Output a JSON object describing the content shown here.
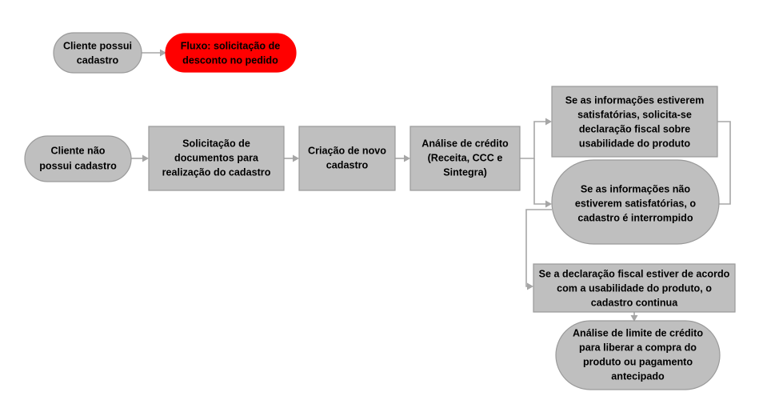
{
  "diagram": {
    "title": "Fluxograma de cadastro de cliente e analise de credito",
    "colors": {
      "node_fill_gray": "#bfbfbf",
      "node_fill_red": "#ff0000",
      "node_border": "#9a9a9a",
      "connector": "#a6a6a6",
      "text": "#000000",
      "background": "#ffffff"
    },
    "nodes": [
      {
        "id": "cliente-possui-cadastro",
        "shape": "rounded",
        "fill": "gray",
        "lines": [
          "Cliente possui",
          "cadastro"
        ]
      },
      {
        "id": "fluxo-solicitacao-desconto",
        "shape": "rounded",
        "fill": "red",
        "lines": [
          "Fluxo: solicitação de",
          "desconto no pedido"
        ]
      },
      {
        "id": "cliente-nao-possui-cadastro",
        "shape": "rounded",
        "fill": "gray",
        "lines": [
          "Cliente não",
          "possui cadastro"
        ]
      },
      {
        "id": "solicitacao-documentos",
        "shape": "rect",
        "fill": "gray",
        "lines": [
          "Solicitação de",
          "documentos para",
          "realização do cadastro"
        ]
      },
      {
        "id": "criacao-novo-cadastro",
        "shape": "rect",
        "fill": "gray",
        "lines": [
          "Criação de novo",
          "cadastro"
        ]
      },
      {
        "id": "analise-de-credito",
        "shape": "rect",
        "fill": "gray",
        "lines": [
          "Análise de crédito",
          "(Receita, CCC e",
          "Sintegra)"
        ]
      },
      {
        "id": "informacoes-satisfatorias",
        "shape": "rect",
        "fill": "gray",
        "lines": [
          "Se as informações estiverem",
          "satisfatórias, solicita-se",
          "declaração fiscal sobre",
          "usabilidade do produto"
        ]
      },
      {
        "id": "informacoes-nao-satisfatorias",
        "shape": "rounded",
        "fill": "gray",
        "lines": [
          "Se as informações não",
          "estiverem satisfatórias, o",
          "cadastro é interrompido"
        ]
      },
      {
        "id": "declaracao-de-acordo",
        "shape": "rect",
        "fill": "gray",
        "lines": [
          "Se a declaração fiscal estiver de acordo",
          "com a usabilidade do produto, o",
          "cadastro continua"
        ]
      },
      {
        "id": "analise-limite-credito",
        "shape": "rounded",
        "fill": "gray",
        "lines": [
          "Análise de limite de crédito",
          "para liberar a compra do",
          "produto ou pagamento",
          "antecipado"
        ]
      }
    ],
    "connectors": [
      {
        "id": "cliente-possui-to-fluxo",
        "from": "cliente-possui-cadastro",
        "to": "fluxo-solicitacao-desconto"
      },
      {
        "id": "cliente-nao-to-solicitacao",
        "from": "cliente-nao-possui-cadastro",
        "to": "solicitacao-documentos"
      },
      {
        "id": "solicitacao-to-criacao",
        "from": "solicitacao-documentos",
        "to": "criacao-novo-cadastro"
      },
      {
        "id": "criacao-to-analise",
        "from": "criacao-novo-cadastro",
        "to": "analise-de-credito"
      },
      {
        "id": "analise-to-satisfatorias",
        "from": "analise-de-credito",
        "to": "informacoes-satisfatorias"
      },
      {
        "id": "analise-to-nao-satisfatorias",
        "from": "analise-de-credito",
        "to": "informacoes-nao-satisfatorias"
      },
      {
        "id": "satisfatorias-to-nao-satisfatorias",
        "from": "informacoes-satisfatorias",
        "to": "informacoes-nao-satisfatorias"
      },
      {
        "id": "nao-satisfatorias-to-declaracao",
        "from": "informacoes-nao-satisfatorias",
        "to": "declaracao-de-acordo"
      },
      {
        "id": "declaracao-to-analise-limite",
        "from": "declaracao-de-acordo",
        "to": "analise-limite-credito"
      }
    ]
  }
}
